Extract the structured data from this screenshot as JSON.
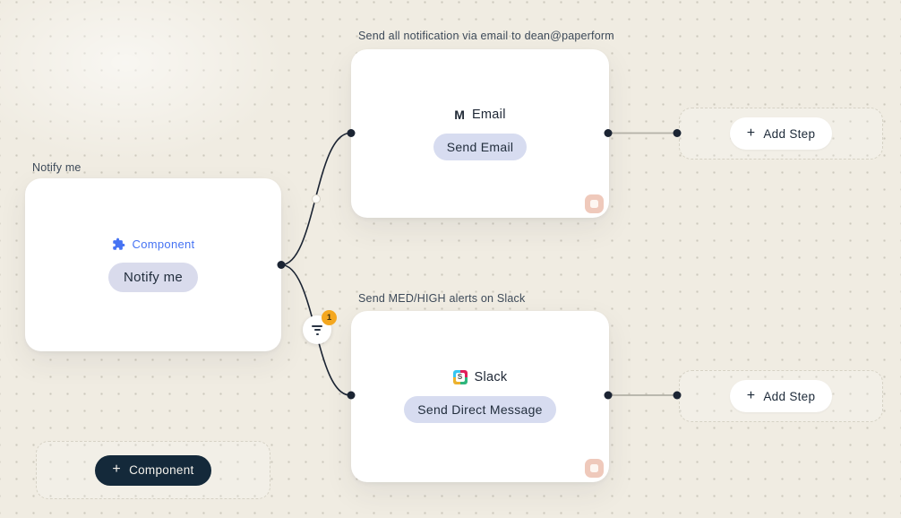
{
  "canvas": {
    "description": "workflow automation canvas"
  },
  "colors": {
    "background": "#f0ece2",
    "grid_dot": "#ccc8bc",
    "card": "#ffffff",
    "caption_text": "#3d4a59",
    "pill_bg": "#d7dcf0",
    "accent_blue": "#4673f3",
    "dark_button_bg": "#14293a",
    "connector_dark": "#1b2433",
    "connector_gray": "#b3b0a6",
    "badge_bg": "#f4a71f",
    "stop_icon_bg": "#efc9bb",
    "slack_colors": [
      "#36c5f0",
      "#e01e5a",
      "#ecb22e",
      "#2eb67d"
    ]
  },
  "nodes": {
    "notify": {
      "caption": "Notify me",
      "kind_label": "Component",
      "pill": "Notify me"
    },
    "email": {
      "caption": "Send all notification via email to dean@paperform",
      "title": "Email",
      "icon_letter": "M",
      "pill": "Send Email"
    },
    "slack": {
      "caption": "Send MED/HIGH alerts on Slack",
      "title": "Slack",
      "icon_letter": "S",
      "pill": "Send Direct Message"
    }
  },
  "buttons": {
    "add_step_top": {
      "plus": "+",
      "label": "Add Step"
    },
    "add_step_bottom": {
      "plus": "+",
      "label": "Add Step"
    },
    "add_component": {
      "plus": "+",
      "label": "Component"
    }
  },
  "filter": {
    "badge_count": "1"
  }
}
